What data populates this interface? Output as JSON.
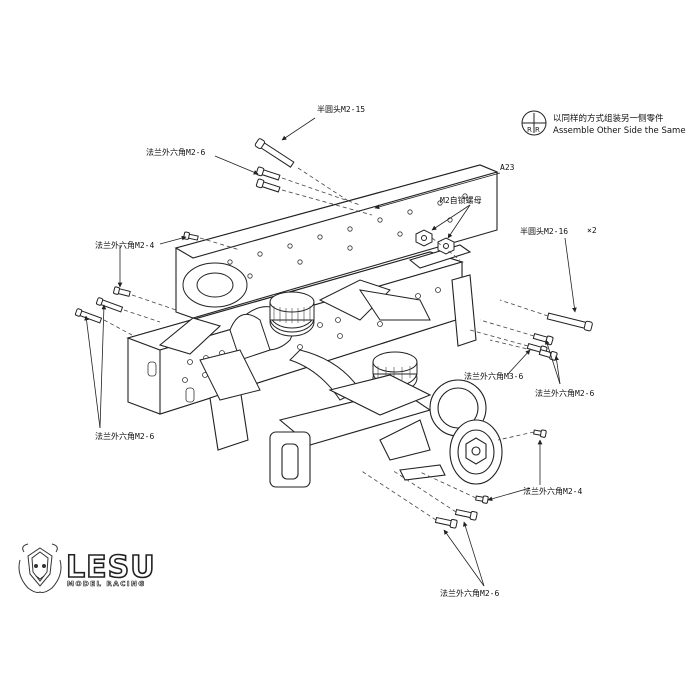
{
  "labels": {
    "bolt_m2_15": "半圆头M2-15",
    "flange_m2_6_top": "法兰外六角M2-6",
    "ref_a23": "A23",
    "locknut_m2": "M2自锁螺母",
    "flange_m2_4_left": "法兰外六角M2-4",
    "bolt_m2_16": "半圆头M2-16",
    "qty_x2": "×2",
    "flange_m3_6": "法兰外六角M3-6",
    "flange_m2_6_right": "法兰外六角M2-6",
    "flange_m2_6_left": "法兰外六角M2-6",
    "flange_m2_4_right": "法兰外六角M2-4",
    "flange_m2_6_bottom": "法兰外六角M2-6"
  },
  "note": {
    "line_cn": "以同样的方式组装另一侧零件",
    "line_en": "Assemble Other Side the Same"
  },
  "logo": {
    "brand": "LESU",
    "subtitle": "MODEL RACING"
  }
}
